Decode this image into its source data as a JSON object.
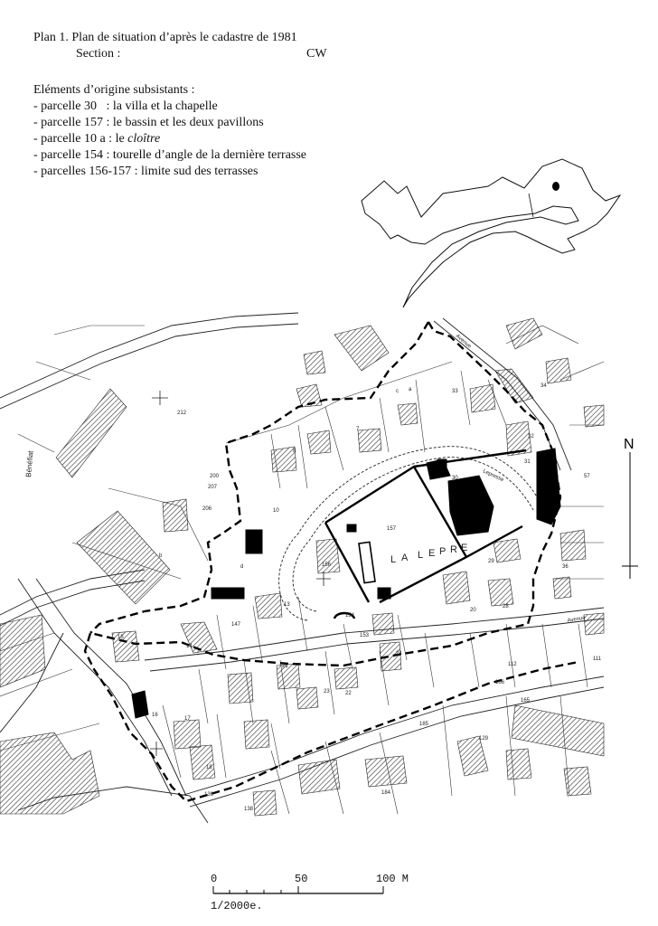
{
  "header": {
    "title": "Plan 1. Plan de situation d’après le cadastre de 1981",
    "section_label": "Section :",
    "section_value": "CW"
  },
  "legend": {
    "heading": "Eléments d’origine subsistants :",
    "items": [
      {
        "prefix": "- parcelle 30",
        "text": ": la villa et la chapelle"
      },
      {
        "prefix": "- parcelle 157 :",
        "text": "le bassin et les deux pavillons"
      },
      {
        "prefix": "- parcelle 10 a :",
        "text": "le ",
        "italic": "cloître"
      },
      {
        "prefix": "- parcelle 154 :",
        "text": "tourelle d’angle de la dernière terrasse"
      },
      {
        "prefix": "- parcelles 156-157 :",
        "text": "limite sud des terrasses"
      }
    ]
  },
  "map": {
    "place_name": "LA LÈPRE",
    "place_letters": [
      "L",
      "A",
      "L",
      "E",
      "P",
      "R",
      "E"
    ],
    "street_labels": [
      "Avenue",
      "Avenue",
      "Bénéfiat",
      "Lepresse"
    ],
    "parcels": [
      "30",
      "157",
      "156",
      "154",
      "153",
      "10",
      "206",
      "207",
      "200",
      "8",
      "7",
      "33",
      "34",
      "31",
      "32",
      "57",
      "29",
      "28",
      "20",
      "21",
      "22",
      "23",
      "24",
      "16",
      "17",
      "18",
      "15",
      "14",
      "147",
      "13",
      "185",
      "184",
      "129",
      "165",
      "166",
      "112",
      "111",
      "136",
      "138",
      "36",
      "c",
      "d",
      "a",
      "b",
      "212"
    ],
    "north_arrow": "N",
    "scale_bar": {
      "ticks": [
        "0",
        "50",
        "100 M"
      ],
      "ratio": "1/2000e."
    }
  },
  "colors": {
    "ink": "#111111",
    "hatch": "#333333",
    "paper": "#ffffff"
  }
}
